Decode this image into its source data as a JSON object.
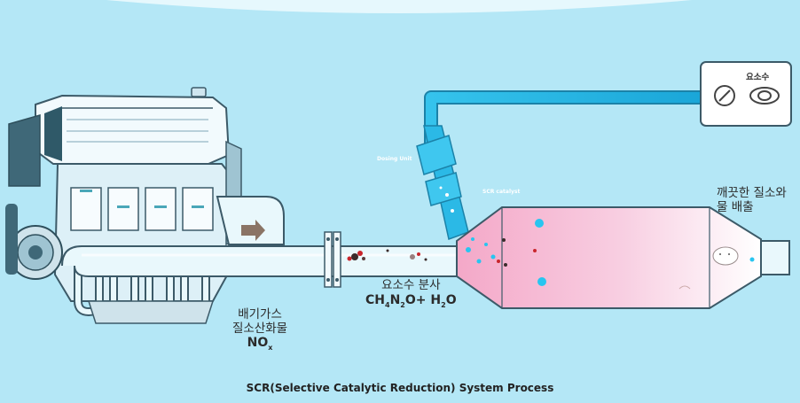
{
  "labels": {
    "exhaust_gas": "배기가스",
    "nitrogen_oxide": "질소산화물",
    "nox_symbol": "NO",
    "nox_subscript": "x",
    "urea_spray": "요소수 분사",
    "urea_formula": "CH4N2O+ H2O",
    "clean_line1": "깨끗한 질소와",
    "clean_line2": "물 배출",
    "dosing_unit": "Dosing Unit",
    "scr_catalyst": "SCR catalyst",
    "urea_tank": "요소수"
  },
  "caption": "SCR(Selective Catalytic Reduction)  System Process",
  "colors": {
    "background": "#b4e7f6",
    "pipe_fill": "#e9f8fc",
    "dosing_pipe": "#21b6e4",
    "catalyst_gradient_start": "#f4a8c8",
    "catalyst_gradient_end": "#ffffff",
    "arrow": "#8a7465",
    "urea_droplet": "#28c5f0"
  },
  "icons": {
    "engine": "engine-block-illustration",
    "flow_arrow": "right-arrow",
    "tank_cap": "cap-icon",
    "tank_gauge": "eye-gauge-icon",
    "cloud": "cloud-smile-icon"
  }
}
